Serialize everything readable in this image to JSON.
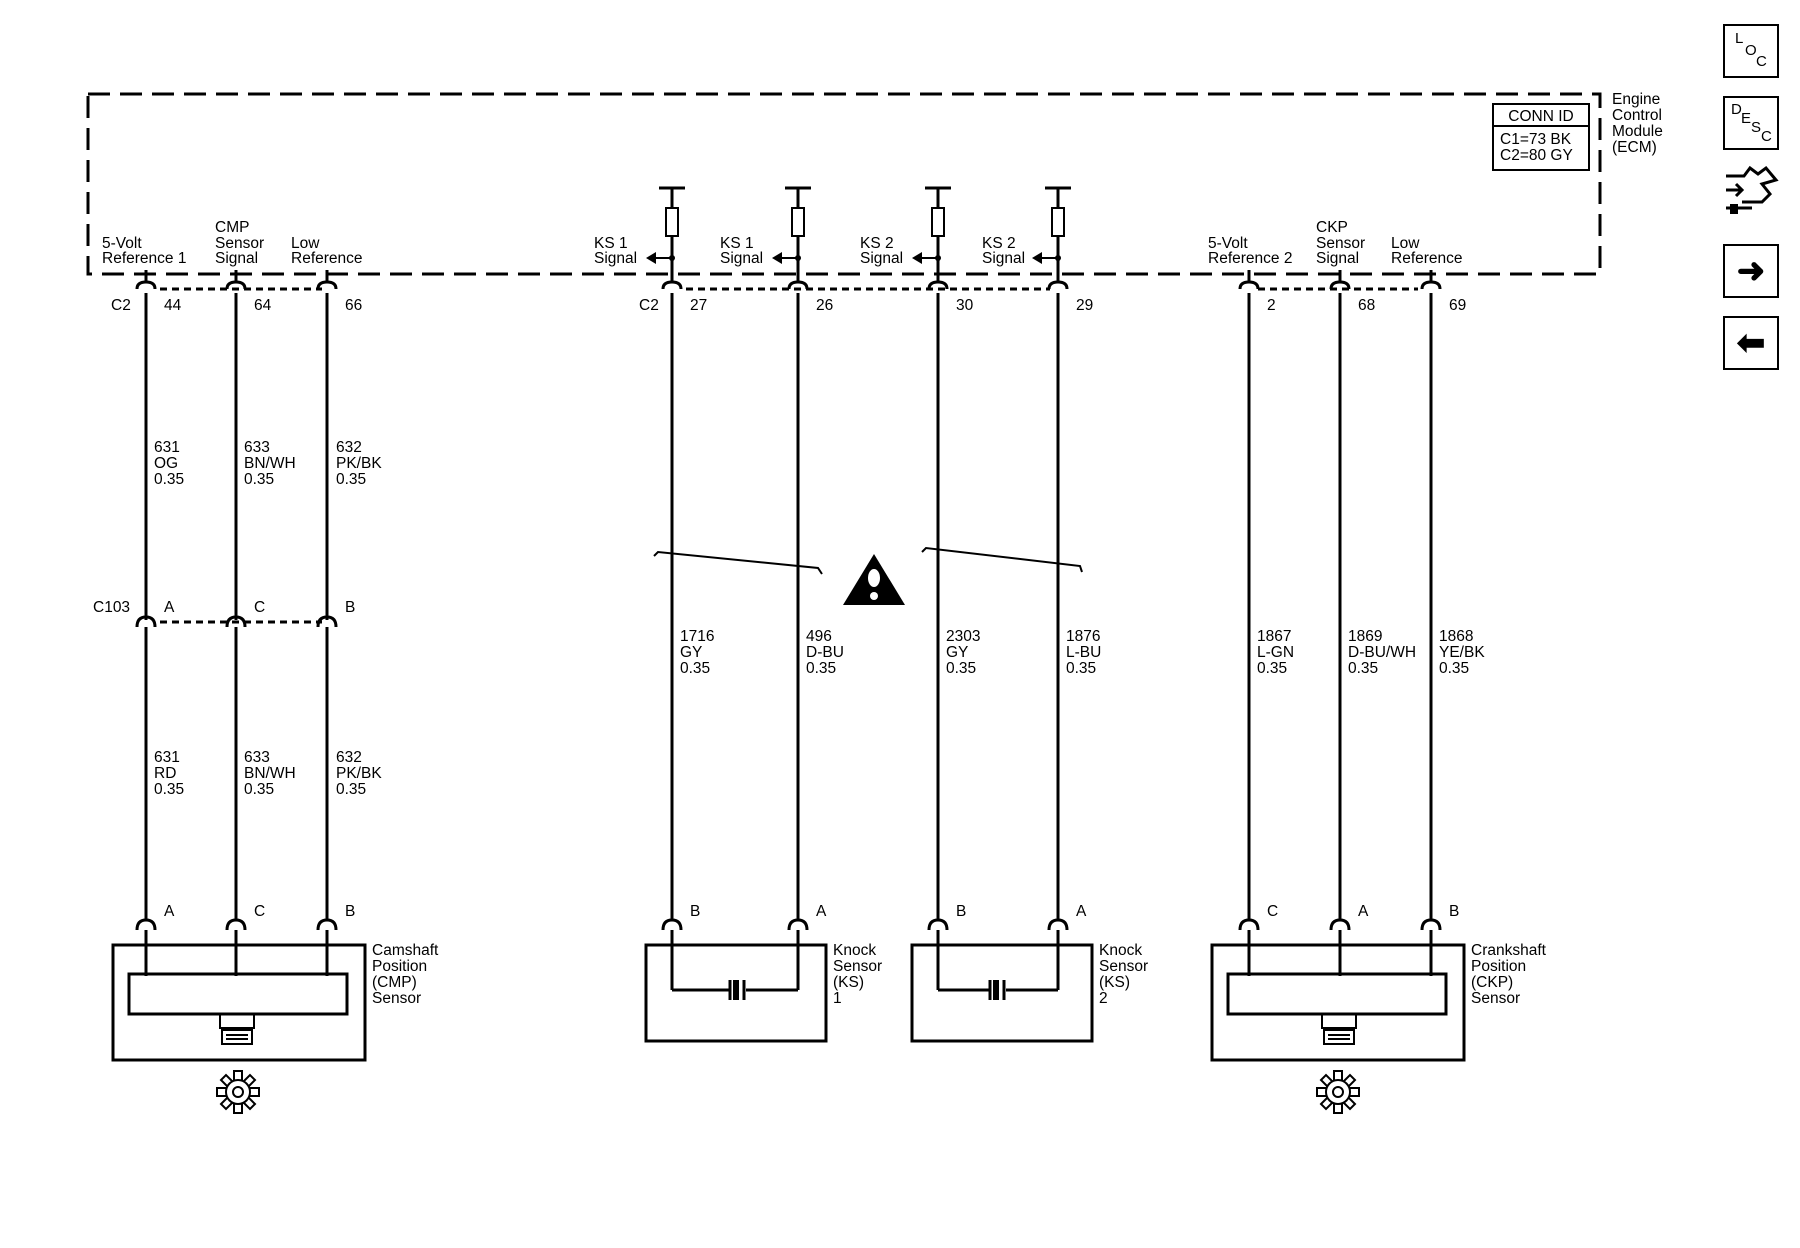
{
  "ecm": {
    "name_lines": [
      "Engine",
      "Control",
      "Module",
      "(ECM)"
    ],
    "conn_id_title": "CONN ID",
    "conn_id_lines": [
      "C1=73 BK",
      "C2=80 GY"
    ]
  },
  "connectors": {
    "c2_left": "C2",
    "c2_mid": "C2",
    "c103": "C103"
  },
  "circuits": [
    {
      "id": "cmp-ref",
      "label": [
        "5-Volt",
        "Reference 1"
      ],
      "pin": "44",
      "upper": [
        "631",
        "OG",
        "0.35"
      ],
      "lower": [
        "631",
        "RD",
        "0.35"
      ],
      "c103_pin": "A",
      "sensor_pin": "A"
    },
    {
      "id": "cmp-sig",
      "label": [
        "CMP",
        "Sensor",
        "Signal"
      ],
      "pin": "64",
      "upper": [
        "633",
        "BN/WH",
        "0.35"
      ],
      "lower": [
        "633",
        "BN/WH",
        "0.35"
      ],
      "c103_pin": "C",
      "sensor_pin": "C"
    },
    {
      "id": "cmp-low",
      "label": [
        "Low",
        "Reference"
      ],
      "pin": "66",
      "upper": [
        "632",
        "PK/BK",
        "0.35"
      ],
      "lower": [
        "632",
        "PK/BK",
        "0.35"
      ],
      "c103_pin": "B",
      "sensor_pin": "B"
    },
    {
      "id": "ks1-b",
      "label": [
        "KS 1",
        "Signal"
      ],
      "pin": "27",
      "wire": [
        "1716",
        "GY",
        "0.35"
      ],
      "sensor_pin": "B"
    },
    {
      "id": "ks1-a",
      "label": [
        "KS 1",
        "Signal"
      ],
      "pin": "26",
      "wire": [
        "496",
        "D-BU",
        "0.35"
      ],
      "sensor_pin": "A"
    },
    {
      "id": "ks2-b",
      "label": [
        "KS 2",
        "Signal"
      ],
      "pin": "30",
      "wire": [
        "2303",
        "GY",
        "0.35"
      ],
      "sensor_pin": "B"
    },
    {
      "id": "ks2-a",
      "label": [
        "KS 2",
        "Signal"
      ],
      "pin": "29",
      "wire": [
        "1876",
        "L-BU",
        "0.35"
      ],
      "sensor_pin": "A"
    },
    {
      "id": "ckp-ref",
      "label": [
        "5-Volt",
        "Reference 2"
      ],
      "pin": "2",
      "wire": [
        "1867",
        "L-GN",
        "0.35"
      ],
      "sensor_pin": "C"
    },
    {
      "id": "ckp-sig",
      "label": [
        "CKP",
        "Sensor",
        "Signal"
      ],
      "pin": "68",
      "wire": [
        "1869",
        "D-BU/WH",
        "0.35"
      ],
      "sensor_pin": "A"
    },
    {
      "id": "ckp-low",
      "label": [
        "Low",
        "Reference"
      ],
      "pin": "69",
      "wire": [
        "1868",
        "YE/BK",
        "0.35"
      ],
      "sensor_pin": "B"
    }
  ],
  "sensors": {
    "cmp": [
      "Camshaft",
      "Position",
      "(CMP)",
      "Sensor"
    ],
    "ks1": [
      "Knock",
      "Sensor",
      "(KS)",
      "1"
    ],
    "ks2": [
      "Knock",
      "Sensor",
      "(KS)",
      "2"
    ],
    "ckp": [
      "Crankshaft",
      "Position",
      "(CKP)",
      "Sensor"
    ]
  },
  "nav": {
    "loc": [
      "L",
      "O",
      "C"
    ],
    "desc": [
      "D",
      "E",
      "S",
      "C"
    ],
    "next_glyph": "➜",
    "prev_glyph": "⬅"
  },
  "icons": [
    "warning-icon",
    "gear-icon",
    "schematic-icon",
    "arrow-right-icon",
    "arrow-left-icon"
  ]
}
